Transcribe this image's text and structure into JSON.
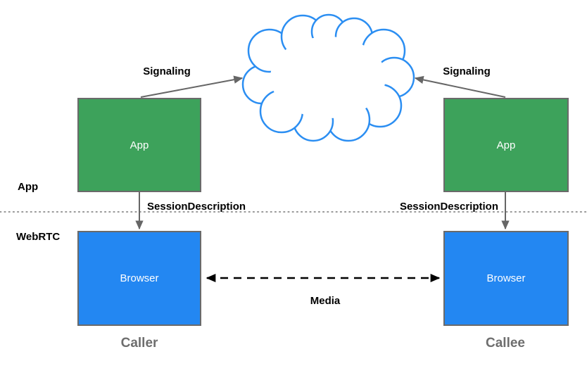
{
  "colors": {
    "app_box_fill": "#3da25b",
    "browser_box_fill": "#2387f2",
    "box_border": "#6a6a6a",
    "box_text": "#ffffff",
    "cloud_stroke": "#2b8ef2",
    "connector": "#666666",
    "media_connector": "#000000",
    "edge_label": "#000000",
    "layer_label": "#000000",
    "role_label": "#6e6e6e",
    "separator": "#777777"
  },
  "layers": {
    "top_label": "App",
    "bottom_label": "WebRTC"
  },
  "nodes": {
    "caller_app": {
      "label": "App"
    },
    "callee_app": {
      "label": "App"
    },
    "caller_browser": {
      "label": "Browser"
    },
    "callee_browser": {
      "label": "Browser"
    }
  },
  "edges": {
    "caller_signaling": {
      "label": "Signaling"
    },
    "callee_signaling": {
      "label": "Signaling"
    },
    "caller_session": {
      "label": "SessionDescription"
    },
    "callee_session": {
      "label": "SessionDescription"
    },
    "media": {
      "label": "Media"
    }
  },
  "roles": {
    "caller": "Caller",
    "callee": "Callee"
  }
}
